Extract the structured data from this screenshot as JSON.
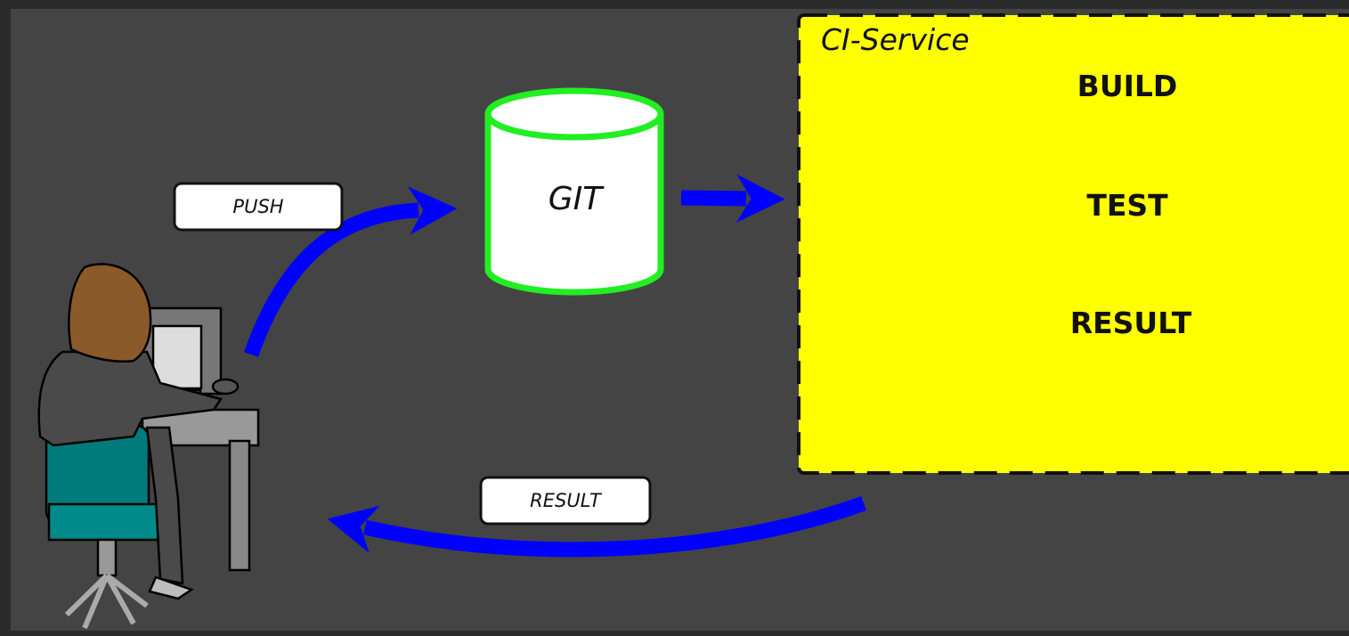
{
  "diagram": {
    "labels": {
      "push": "PUSH",
      "git": "GIT",
      "ci_service": "CI-Service",
      "result_return": "RESULT"
    },
    "ci_steps": [
      "BUILD",
      "TEST",
      "RESULT"
    ],
    "colors": {
      "background": "#444444",
      "frame": "#2b2b2b",
      "ci_box": "#ffff00",
      "arrow": "#0000ff",
      "git_stroke": "#22ee22",
      "label_box": "#ffffff"
    },
    "icons": [
      "developer-at-computer-icon",
      "git-repository-icon"
    ]
  }
}
